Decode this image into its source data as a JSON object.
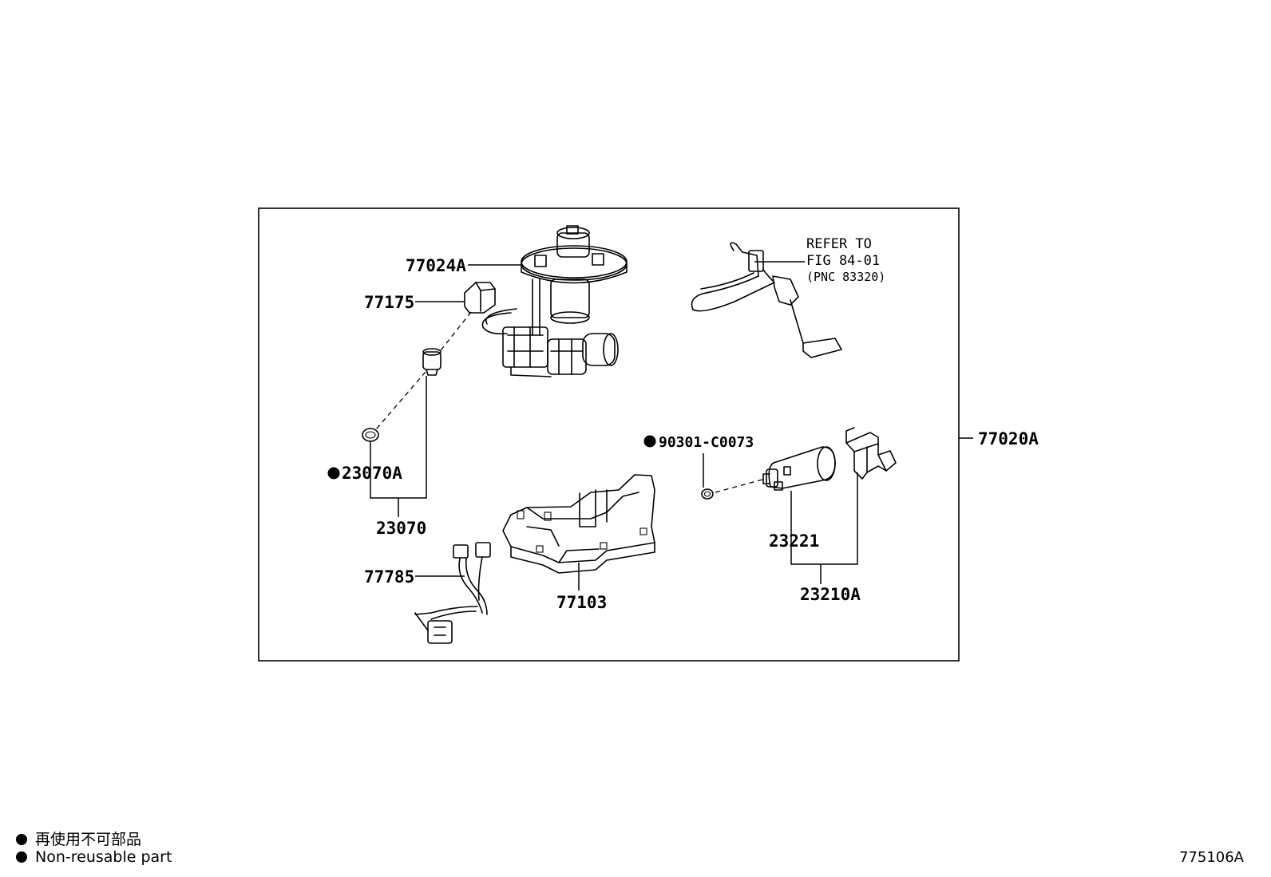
{
  "diagram": {
    "code": "775106A",
    "refer_note": {
      "line1": "REFER TO",
      "line2": "FIG 84-01",
      "line3": "(PNC 83320)"
    },
    "labels": {
      "p77024A": "77024A",
      "p77175": "77175",
      "p23070A": "23070A",
      "p23070": "23070",
      "p77785": "77785",
      "p77103": "77103",
      "p90301": "90301-C0073",
      "p23221": "23221",
      "p23210A": "23210A",
      "p77020A": "77020A"
    }
  },
  "legend": {
    "non_reusable_ja": "再使用不可部品",
    "non_reusable_en": "Non-reusable part"
  }
}
